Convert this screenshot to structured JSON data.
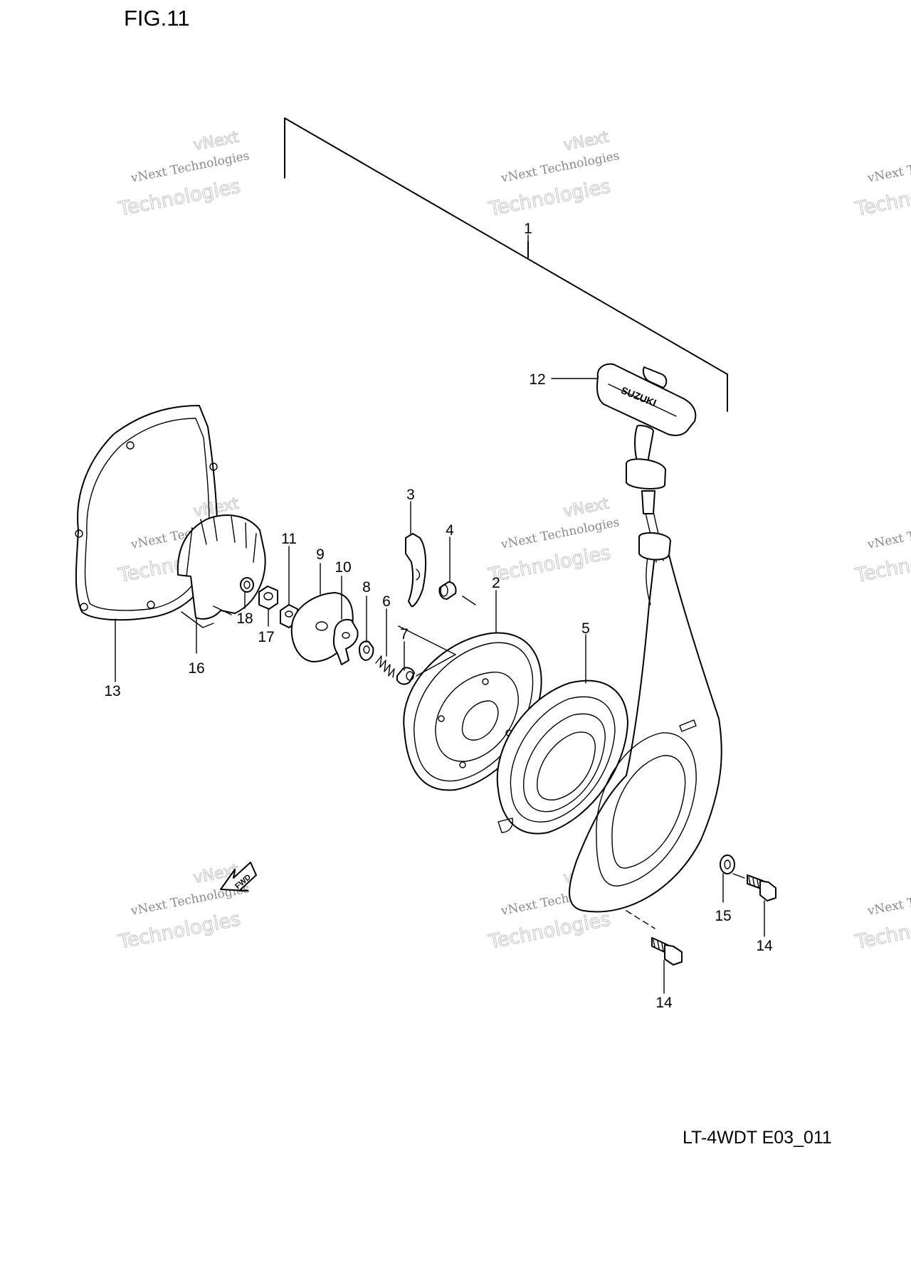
{
  "figure": {
    "title": "FIG.11",
    "code": "LT-4WDT E03_011"
  },
  "callouts": [
    {
      "id": "1",
      "label": "1"
    },
    {
      "id": "2",
      "label": "2"
    },
    {
      "id": "3",
      "label": "3"
    },
    {
      "id": "4",
      "label": "4"
    },
    {
      "id": "5",
      "label": "5"
    },
    {
      "id": "6",
      "label": "6"
    },
    {
      "id": "7",
      "label": "7"
    },
    {
      "id": "8",
      "label": "8"
    },
    {
      "id": "9",
      "label": "9"
    },
    {
      "id": "10",
      "label": "10"
    },
    {
      "id": "11",
      "label": "11"
    },
    {
      "id": "12",
      "label": "12"
    },
    {
      "id": "13",
      "label": "13"
    },
    {
      "id": "14a",
      "label": "14"
    },
    {
      "id": "14b",
      "label": "14"
    },
    {
      "id": "15",
      "label": "15"
    },
    {
      "id": "16",
      "label": "16"
    },
    {
      "id": "17",
      "label": "17"
    },
    {
      "id": "18",
      "label": "18"
    }
  ],
  "watermark": {
    "line1": "vNext Technologies",
    "line2": "Technologies",
    "line3": "vNext"
  },
  "handle_text": "SUZUKI",
  "fwd_text": "FWD"
}
